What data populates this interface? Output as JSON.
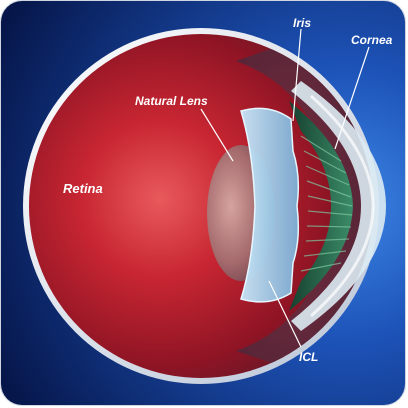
{
  "labels": {
    "iris": "Iris",
    "cornea": "Cornea",
    "natural_lens": "Natural Lens",
    "retina": "Retina",
    "icl": "ICL"
  },
  "colors": {
    "background_dark": "#071a52",
    "background_light": "#2f74d6",
    "sclera": "#e9eef5",
    "retina": "#c41e2c",
    "choroid": "#5a2636",
    "lens": "#a86a6a",
    "icl": "#9fd0ee",
    "iris": "#2f7a5a",
    "cornea": "#cfe6f0"
  }
}
